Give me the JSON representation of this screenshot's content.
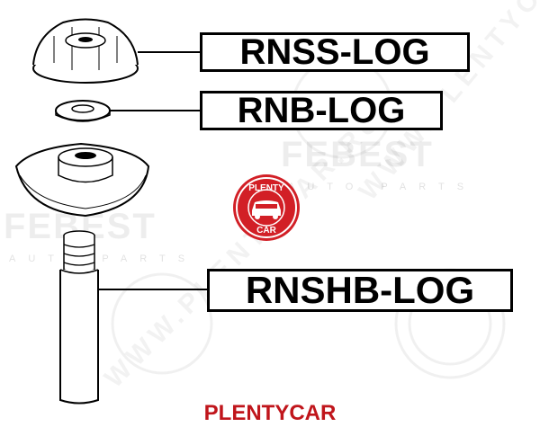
{
  "watermark": {
    "brand": "FEBEST",
    "sub": "AUTO PARTS",
    "site": "WWW.PLENTYCAR.RU"
  },
  "labels": {
    "top_mount": "RNSS-LOG",
    "bearing": "RNB-LOG",
    "boot": "RNSHB-LOG"
  },
  "stamp": {
    "top_text": "PLENTY",
    "bottom_text": "CAR",
    "color": "#d21f26"
  },
  "footer": {
    "brand": "PLENTYCAR",
    "color": "#c0151b"
  }
}
